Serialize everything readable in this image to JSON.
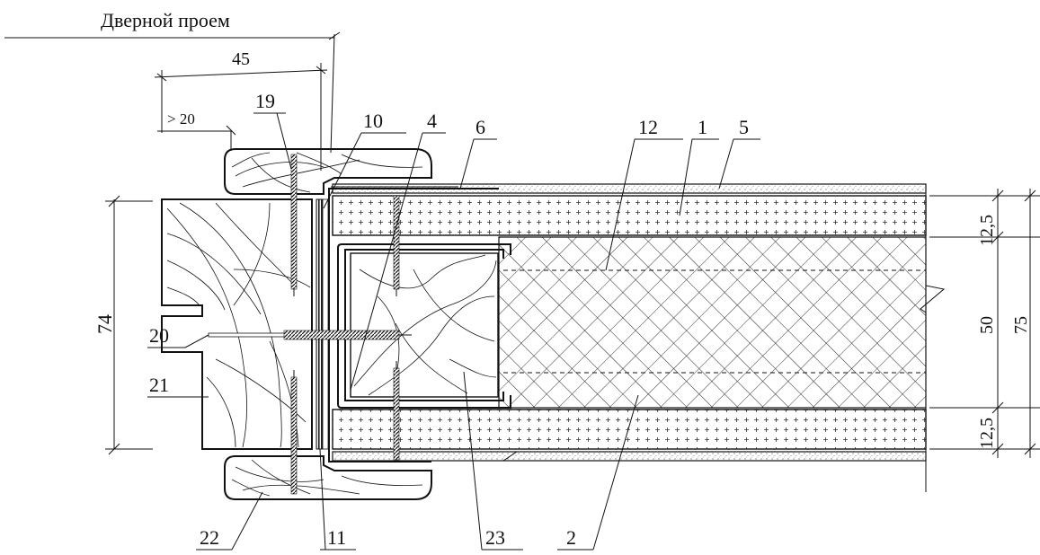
{
  "title": "Дверной проем",
  "dimensions": {
    "d45": "45",
    "d20": "> 20",
    "d74": "74",
    "d12_top": "12,5",
    "d50": "50",
    "d75": "75",
    "d12_bottom": "12,5"
  },
  "callouts": {
    "c19": "19",
    "c10": "10",
    "c4": "4",
    "c6": "6",
    "c12": "12",
    "c1": "1",
    "c5": "5",
    "c20": "20",
    "c21": "21",
    "c22": "22",
    "c11": "11",
    "c23": "23",
    "c2": "2"
  }
}
